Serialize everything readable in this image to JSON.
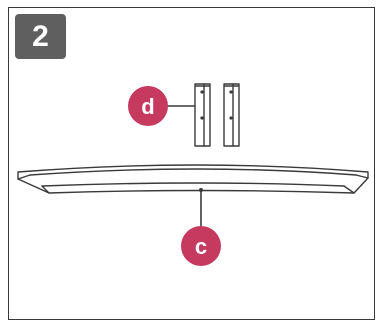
{
  "step": {
    "number": "2"
  },
  "callouts": {
    "d": "d",
    "c": "c"
  },
  "colors": {
    "callout": "#c53a5e",
    "badge": "#5f5f5f",
    "line_art": "#3a3a3a"
  },
  "parts": {
    "brackets": "bracket-pair",
    "base": "curved-stand-base"
  }
}
